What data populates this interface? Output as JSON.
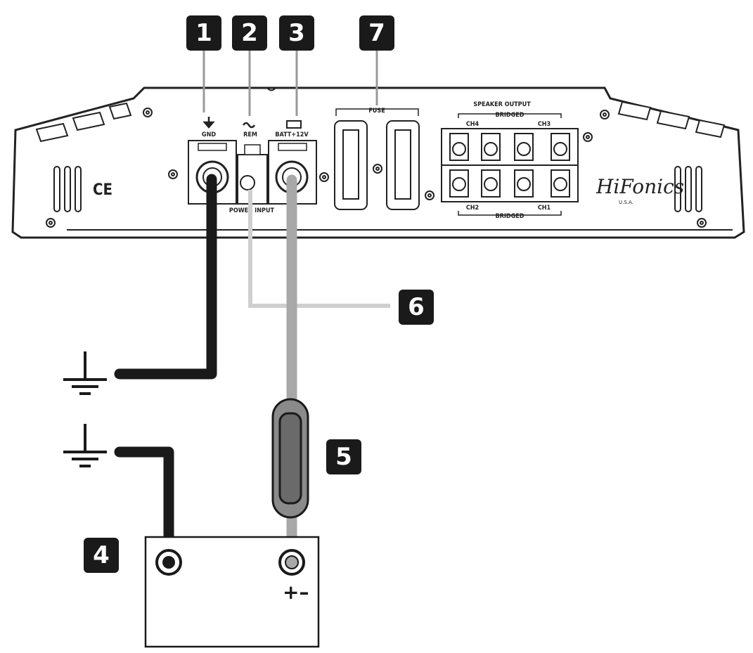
{
  "badges": {
    "b1": "1",
    "b2": "2",
    "b3": "3",
    "b7": "7",
    "b6": "6",
    "b5": "5",
    "b4": "4"
  },
  "amp": {
    "gnd_label": "GND",
    "rem_label": "REM",
    "batt_label": "BATT+12V",
    "power_input_label": "POWER INPUT",
    "fuse_label": "FUSE",
    "speaker_output_label": "SPEAKER OUTPUT",
    "bridged_top_label": "BRIDGED",
    "bridged_bottom_label": "BRIDGED",
    "ch4_label": "CH4",
    "ch3_label": "CH3",
    "ch2_label": "CH2",
    "ch1_label": "CH1",
    "ce_mark": "CE",
    "brand_logo": "HiFonics",
    "brand_sub": "U.S.A."
  },
  "battery": {
    "polarity_label": "+–"
  },
  "colors": {
    "black": "#1a1a1a",
    "remote_wire": "#cfcfcf",
    "power_wire": "#a8a8a8",
    "outline": "#222222"
  }
}
